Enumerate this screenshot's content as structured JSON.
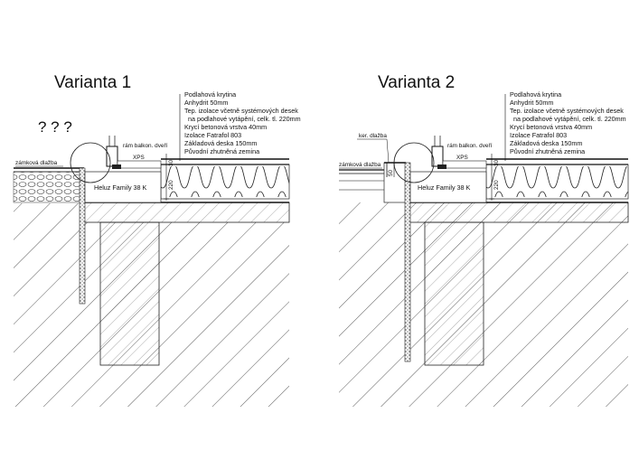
{
  "variant1": {
    "title": "Varianta 1",
    "question_marks": "? ? ?",
    "paving_label": "zámková dlažba",
    "frame_label": "rám balkon. dveří",
    "xps_label": "XPS",
    "wall_label": "Heluz Family 38 K",
    "dim_vertical": "220",
    "dim_vertical_2": "30",
    "layers": [
      "Podlahová krytina",
      "Anhydrit 50mm",
      "Tep. izolace včetně systémových desek",
      "na podlahové vytápění, celk. tl. 220mm",
      "Krycí betonová vrstva 40mm",
      "Izolace Fatrafol 803",
      "Základová deska 150mm",
      "Původní zhutněná zemina"
    ]
  },
  "variant2": {
    "title": "Varianta 2",
    "tile_label": "ker. dlažba",
    "paving_label": "zámková dlažba",
    "frame_label": "rám balkon. dveří",
    "xps_label": "XPS",
    "wall_label": "Heluz Family 38 K",
    "dim_vertical": "220",
    "dim_vertical_2": "30",
    "dim_step": "50",
    "layers": [
      "Podlahová krytina",
      "Anhydrit 50mm",
      "Tep. izolace včetně systémových desek",
      "na podlahové vytápění, celk. tl. 220mm",
      "Krycí betonová vrstva 40mm",
      "Izolace Fatrafol 803",
      "Základová deska 150mm",
      "Původní zhutněná zemina"
    ]
  }
}
